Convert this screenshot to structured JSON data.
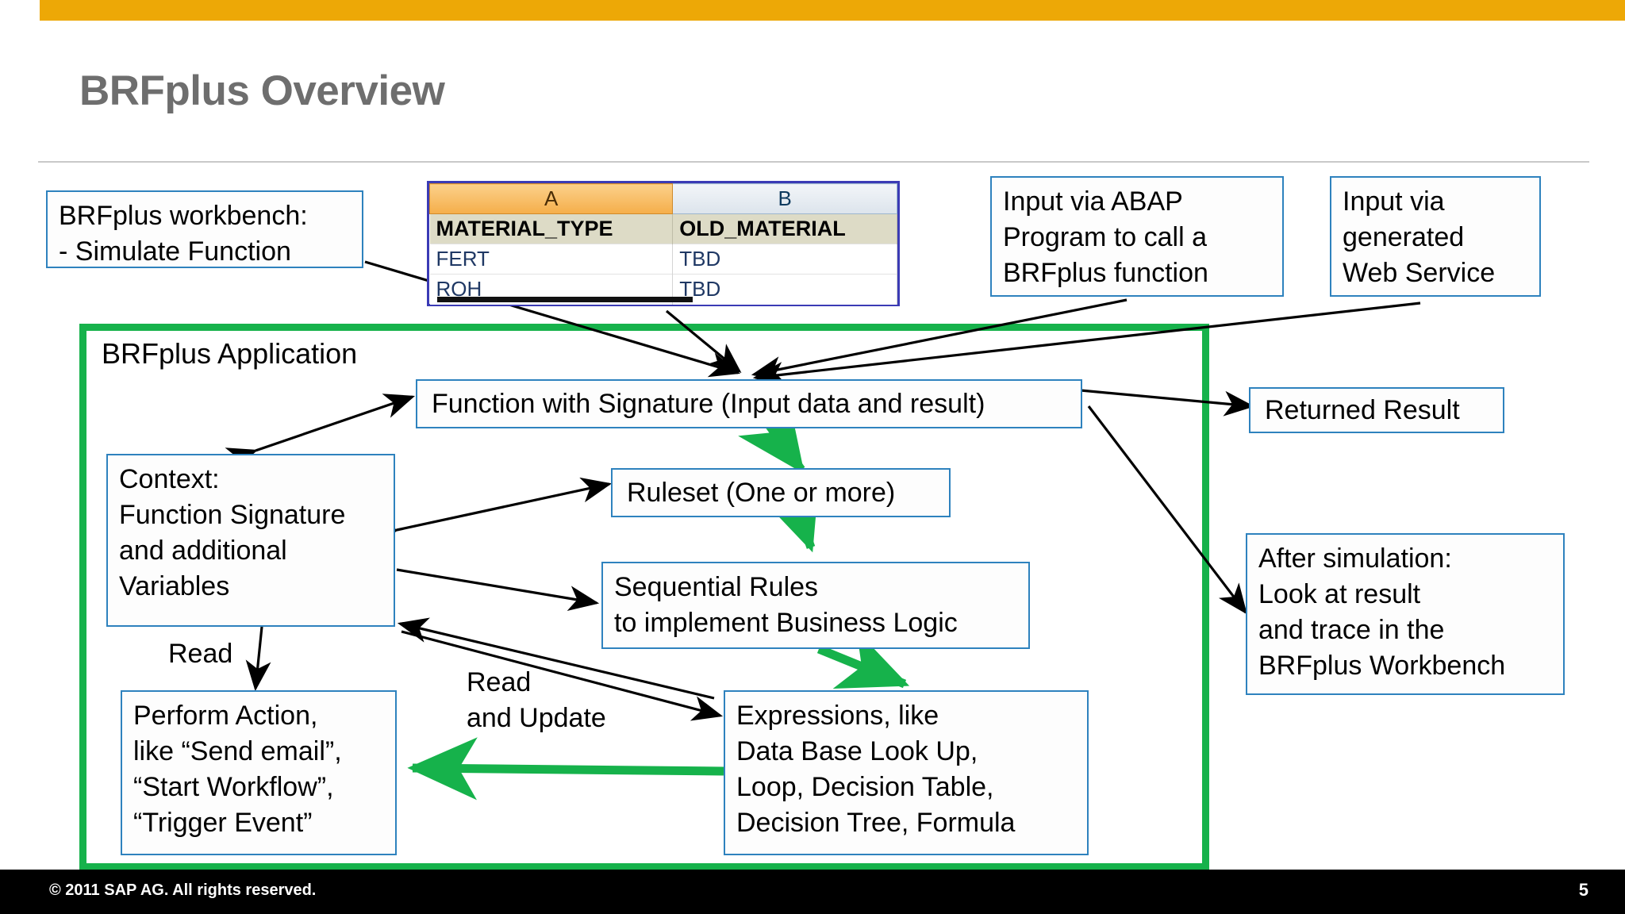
{
  "slide": {
    "title": "BRFplus Overview",
    "accent_orange": "#EDA806",
    "accent_green": "#16B24B",
    "box_border_blue": "#2E82BE",
    "title_color": "#6E6E6E"
  },
  "workbench_box": {
    "line1": "BRFplus workbench:",
    "line2": "- Simulate Function"
  },
  "spreadsheet": {
    "column_letters": [
      "A",
      "B"
    ],
    "field_headers": [
      "MATERIAL_TYPE",
      "OLD_MATERIAL"
    ],
    "rows": [
      [
        "FERT",
        "TBD"
      ],
      [
        "ROH",
        "TBD"
      ]
    ]
  },
  "abap_box": {
    "line1": "Input via ABAP",
    "line2": "Program to call a",
    "line3": "BRFplus function"
  },
  "webservice_box": {
    "line1": "Input via",
    "line2": "generated",
    "line3": "Web Service"
  },
  "application": {
    "label": "BRFplus Application",
    "function_box": "Function with Signature (Input data and result)",
    "ruleset_box": "Ruleset (One or more)",
    "context_box": {
      "line1": "Context:",
      "line2": "Function Signature",
      "line3": "and additional",
      "line4": "Variables"
    },
    "sequential_rules_box": {
      "line1": "Sequential Rules",
      "line2": "to implement Business Logic"
    },
    "perform_action_box": {
      "line1": "Perform Action,",
      "line2": "like “Send email”,",
      "line3": "“Start Workflow”,",
      "line4": "“Trigger Event”"
    },
    "expressions_box": {
      "line1": "Expressions, like",
      "line2": "Data Base Look Up,",
      "line3": "Loop, Decision Table,",
      "line4": "Decision Tree,  Formula"
    },
    "labels": {
      "read": "Read",
      "read_and_update_line1": "Read",
      "read_and_update_line2": "and Update"
    }
  },
  "returned_result_box": {
    "text": "Returned Result"
  },
  "after_simulation_box": {
    "line1": "After simulation:",
    "line2": "Look at result",
    "line3": "and trace in the",
    "line4": "BRFplus Workbench"
  },
  "footer": {
    "copyright": "©  2011 SAP AG. All rights reserved.",
    "page_number": "5"
  }
}
